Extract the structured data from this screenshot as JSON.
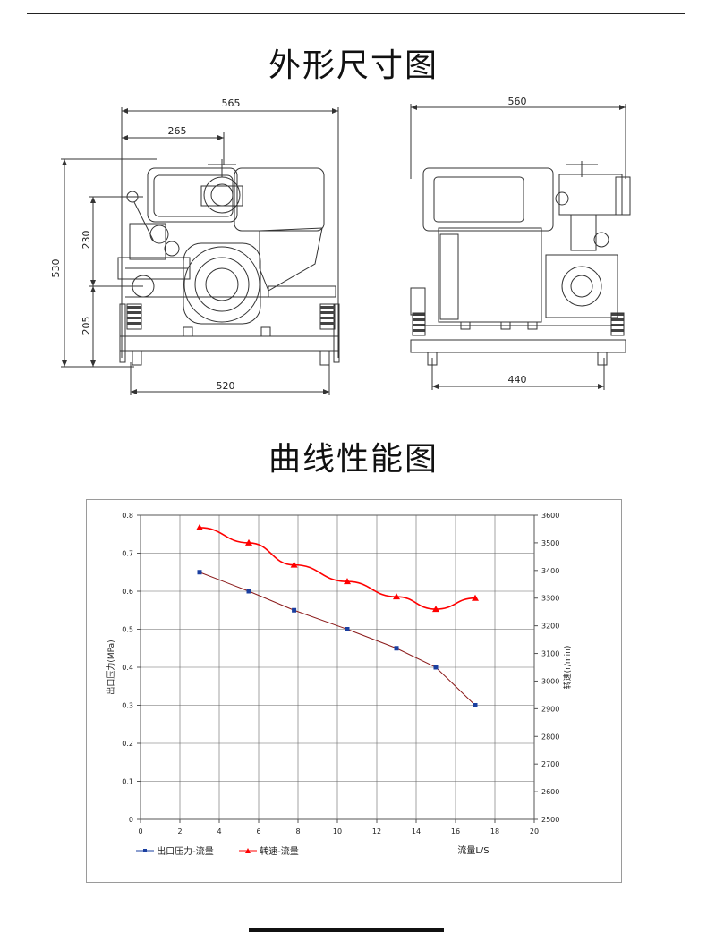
{
  "section1": {
    "title": "外形尺寸图"
  },
  "section2": {
    "title": "曲线性能图"
  },
  "dimensions": {
    "front": {
      "width_total": "565",
      "width_left": "265",
      "height_total": "530",
      "height_upper": "230",
      "height_lower": "205",
      "base_width": "520"
    },
    "side": {
      "width_total": "560",
      "base_width": "440"
    }
  },
  "chart_data": {
    "type": "line",
    "x_label": "流量L/S",
    "y_left_label": "出口压力(MPa)",
    "y_right_label": "转速(r/min)",
    "xlim": [
      0,
      20
    ],
    "ylim_left": [
      0,
      0.8
    ],
    "ylim_right": [
      2500,
      3600
    ],
    "x_ticks": [
      "0",
      "2",
      "4",
      "6",
      "8",
      "10",
      "12",
      "14",
      "16",
      "18",
      "20"
    ],
    "y_left_ticks": [
      "0",
      "0.1",
      "0.2",
      "0.3",
      "0.4",
      "0.5",
      "0.6",
      "0.7",
      "0.8"
    ],
    "y_right_ticks": [
      "2500",
      "2600",
      "2700",
      "2800",
      "2900",
      "3000",
      "3100",
      "3200",
      "3300",
      "3400",
      "3500",
      "3600"
    ],
    "grid": true,
    "legend_position": "bottom-left",
    "series": [
      {
        "name": "出口压力-流量",
        "axis": "left",
        "color": "#1a3fa0",
        "line_color": "#8b1a1a",
        "marker": "square",
        "x": [
          3,
          5.5,
          7.8,
          10.5,
          13,
          15,
          17
        ],
        "values": [
          0.65,
          0.6,
          0.55,
          0.5,
          0.45,
          0.4,
          0.3
        ]
      },
      {
        "name": "转速-流量",
        "axis": "right",
        "color": "#ff0000",
        "line_color": "#ff0000",
        "marker": "triangle",
        "x": [
          3,
          5.5,
          7.8,
          10.5,
          13,
          15,
          17
        ],
        "values": [
          3555,
          3500,
          3420,
          3360,
          3305,
          3260,
          3300
        ]
      }
    ]
  }
}
